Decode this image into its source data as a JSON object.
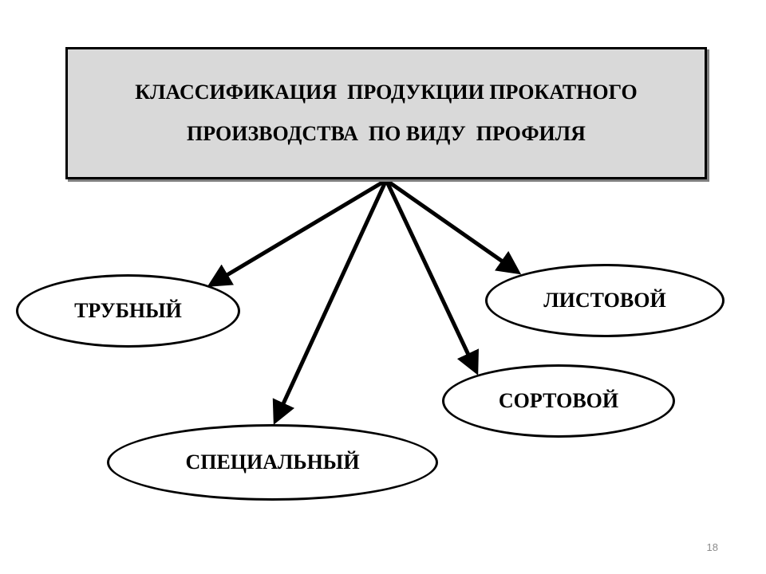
{
  "header": {
    "line1": "КЛАССИФИКАЦИЯ  ПРОДУКЦИИ ПРОКАТНОГО",
    "line2": "ПРОИЗВОДСТВА  ПО ВИДУ  ПРОФИЛЯ"
  },
  "nodes": {
    "trubny": "ТРУБНЫЙ",
    "listovoy": "ЛИСТОВОЙ",
    "sortovoy": "СОРТОВОЙ",
    "specialny": "СПЕЦИАЛЬНЫЙ"
  },
  "page_number": "18",
  "colors": {
    "header_fill": "#d9d9d9",
    "stroke": "#000000",
    "page_number": "#8c8c8c"
  }
}
